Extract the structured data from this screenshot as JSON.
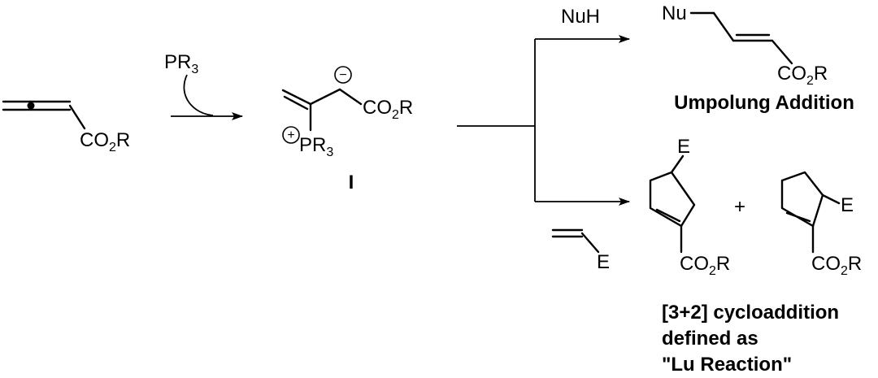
{
  "reagents": {
    "phosphine": {
      "main": "PR",
      "sub": "3"
    },
    "nucleophile": "NuH",
    "alkene_substituent": "E"
  },
  "allenoate": {
    "ester": {
      "pre": "CO",
      "sub": "2",
      "post": "R"
    }
  },
  "intermediate": {
    "ester": {
      "pre": "CO",
      "sub": "2",
      "post": "R"
    },
    "charge_negative": "−",
    "charge_positive": "+",
    "phosphonium": {
      "main": "PR",
      "sub": "3"
    },
    "label": "I"
  },
  "umpolung_product": {
    "nucleophile": "Nu",
    "ester": {
      "pre": "CO",
      "sub": "2",
      "post": "R"
    },
    "caption": "Umpolung Addition"
  },
  "cyclo_products": {
    "product_a": {
      "substituent": "E",
      "ester": {
        "pre": "CO",
        "sub": "2",
        "post": "R"
      }
    },
    "plus": "+",
    "product_b": {
      "substituent": "E",
      "ester": {
        "pre": "CO",
        "sub": "2",
        "post": "R"
      }
    },
    "caption": [
      "[3+2] cycloaddition",
      "defined as",
      "\"Lu Reaction\""
    ]
  }
}
